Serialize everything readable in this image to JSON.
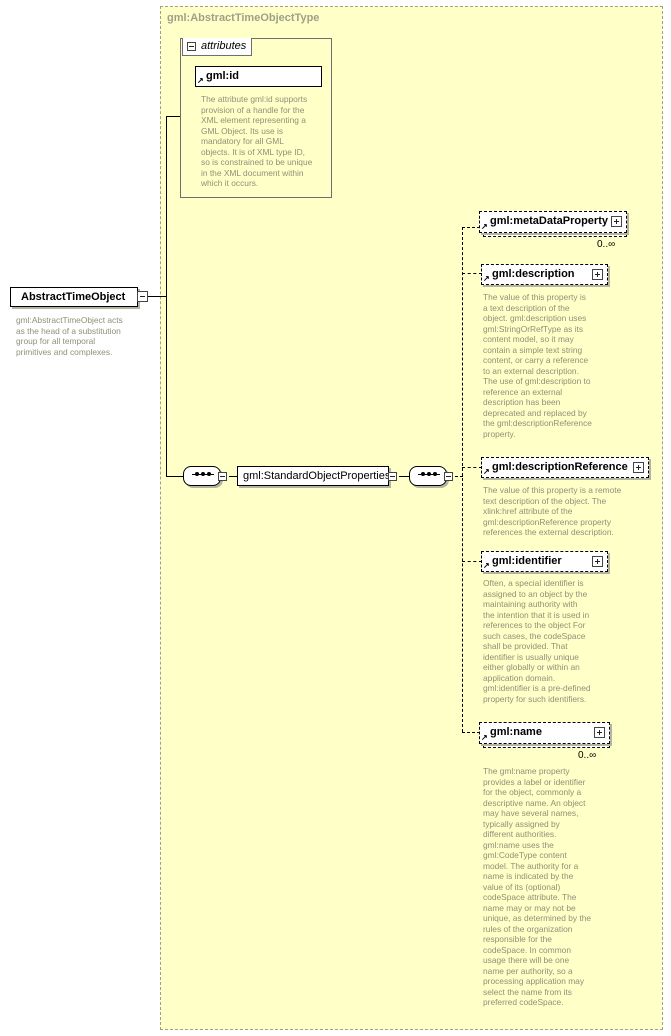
{
  "complex_type": {
    "title": "gml:AbstractTimeObjectType"
  },
  "root": {
    "name": "AbstractTimeObject",
    "doc": [
      "gml:AbstractTimeObject acts",
      "as the head of a substitution",
      "group for all temporal",
      "primitives and complexes."
    ]
  },
  "attributes": {
    "label": "attributes",
    "id": {
      "name": "gml:id",
      "doc": [
        "The attribute gml:id supports",
        "provision of a handle for the",
        "XML element representing a",
        "GML Object. Its use is",
        "mandatory for all GML",
        "objects. It is of XML type ID,",
        "so is constrained to be unique",
        "in the XML document within",
        "which it occurs."
      ]
    }
  },
  "group": {
    "name": "gml:StandardObjectProperties"
  },
  "elements": {
    "metaDataProperty": {
      "name": "gml:metaDataProperty",
      "cardinality": "0..∞"
    },
    "description": {
      "name": "gml:description",
      "doc": [
        "The value of this property is",
        "a text description of the",
        "object. gml:description uses",
        "gml:StringOrRefType as its",
        "content model, so it may",
        "contain a simple text string",
        "content, or carry a reference",
        "to an external description.",
        "The use of gml:description to",
        "reference an external",
        "description has been",
        "deprecated and replaced by",
        "the gml:descriptionReference",
        "property."
      ]
    },
    "descriptionReference": {
      "name": "gml:descriptionReference",
      "doc": [
        "The value of this property is a remote",
        "text description of the object. The",
        "xlink:href attribute of the",
        "gml:descriptionReference property",
        "references the external description."
      ]
    },
    "identifier": {
      "name": "gml:identifier",
      "doc": [
        "Often, a special identifier is",
        "assigned to an object by the",
        "maintaining authority with",
        "the intention that it is used in",
        "references to the object For",
        "such cases, the codeSpace",
        "shall be provided. That",
        "identifier is usually unique",
        "either globally or within an",
        "application domain.",
        "gml:identifier is a pre-defined",
        "property for such identifiers."
      ]
    },
    "name": {
      "name": "gml:name",
      "cardinality": "0..∞",
      "doc": [
        "The gml:name property",
        "provides a label or identifier",
        "for the object, commonly a",
        "descriptive name. An object",
        "may have several names,",
        "typically assigned by",
        "different authorities.",
        "gml:name uses the",
        "gml:CodeType content",
        "model.  The authority for a",
        "name is indicated by the",
        "value of its (optional)",
        "codeSpace attribute.  The",
        "name may or may not be",
        "unique, as determined by the",
        "rules of the organization",
        "responsible for the",
        "codeSpace.  In common",
        "usage there will be one",
        "name per authority, so a",
        "processing application may",
        "select the name from its",
        "preferred codeSpace."
      ]
    }
  },
  "colors": {
    "type_background": "#ffffc8",
    "doc_text": "#909078",
    "border": "#000000"
  }
}
